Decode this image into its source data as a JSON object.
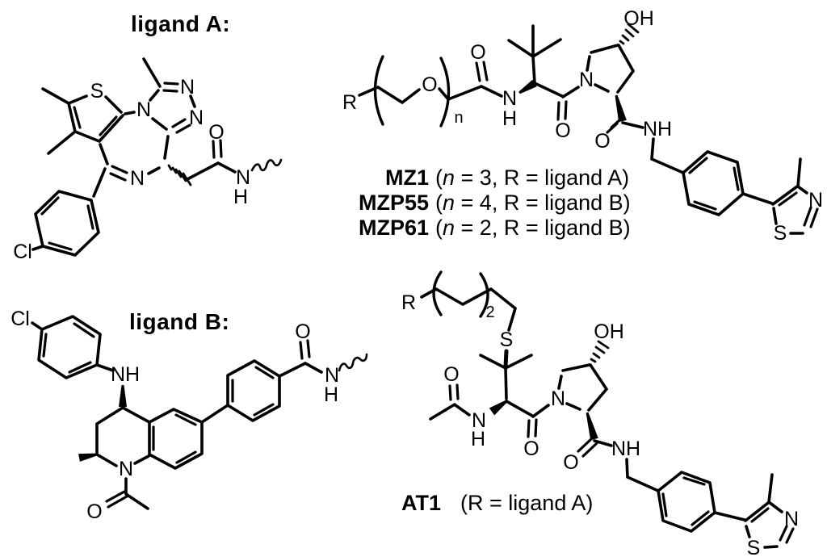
{
  "labels": {
    "ligand_a_title": "ligand A:",
    "ligand_b_title": "ligand B:"
  },
  "compounds": {
    "mz_lines": [
      {
        "name": "MZ1",
        "open": "(",
        "var": "n",
        "rest": " = 3, R = ligand A)"
      },
      {
        "name": "MZP55",
        "open": "(",
        "var": "n",
        "rest": " = 4, R = ligand B)"
      },
      {
        "name": "MZP61",
        "open": "(",
        "var": "n",
        "rest": " = 2, R = ligand B)"
      }
    ],
    "at1": {
      "name": "AT1",
      "cond": "(R = ligand A)"
    }
  },
  "ligand_a": {
    "atoms": {
      "s": "S",
      "n_triazole_junction": "N",
      "n_triazole_top": "N",
      "n_triazole_right": "N",
      "n_diazepine": "N",
      "o_amide": "O",
      "n_amide": "N",
      "h_amide": "H",
      "cl": "Cl"
    }
  },
  "peg_vhl": {
    "atoms": {
      "r": "R",
      "o_peg": "O",
      "n_sub": "n",
      "o_amide1": "O",
      "n_amide1": "N",
      "h_amide1": "H",
      "o_amide2": "O",
      "n_pyrrolidine": "N",
      "oh": "OH",
      "o_amide3": "O",
      "nh_benzyl": "NH",
      "s_thiazole": "S",
      "n_thiazole": "N"
    }
  },
  "ligand_b": {
    "atoms": {
      "cl": "Cl",
      "nh_aniline": "NH",
      "n_ring": "N",
      "o_acetyl": "O",
      "o_amide": "O",
      "n_amide": "N",
      "h_amide": "H"
    }
  },
  "at1_struct": {
    "atoms": {
      "r": "R",
      "sub_2": "2",
      "s_thioether": "S",
      "o_acetyl": "O",
      "n_acetamide": "N",
      "h_acetamide": "H",
      "o_amide1": "O",
      "n_pyrrolidine": "N",
      "oh": "OH",
      "o_amide2": "O",
      "nh_benzyl": "NH",
      "s_thiazole": "S",
      "n_thiazole": "N"
    }
  },
  "colors": {
    "ink": "#000000",
    "background": "#ffffff"
  }
}
